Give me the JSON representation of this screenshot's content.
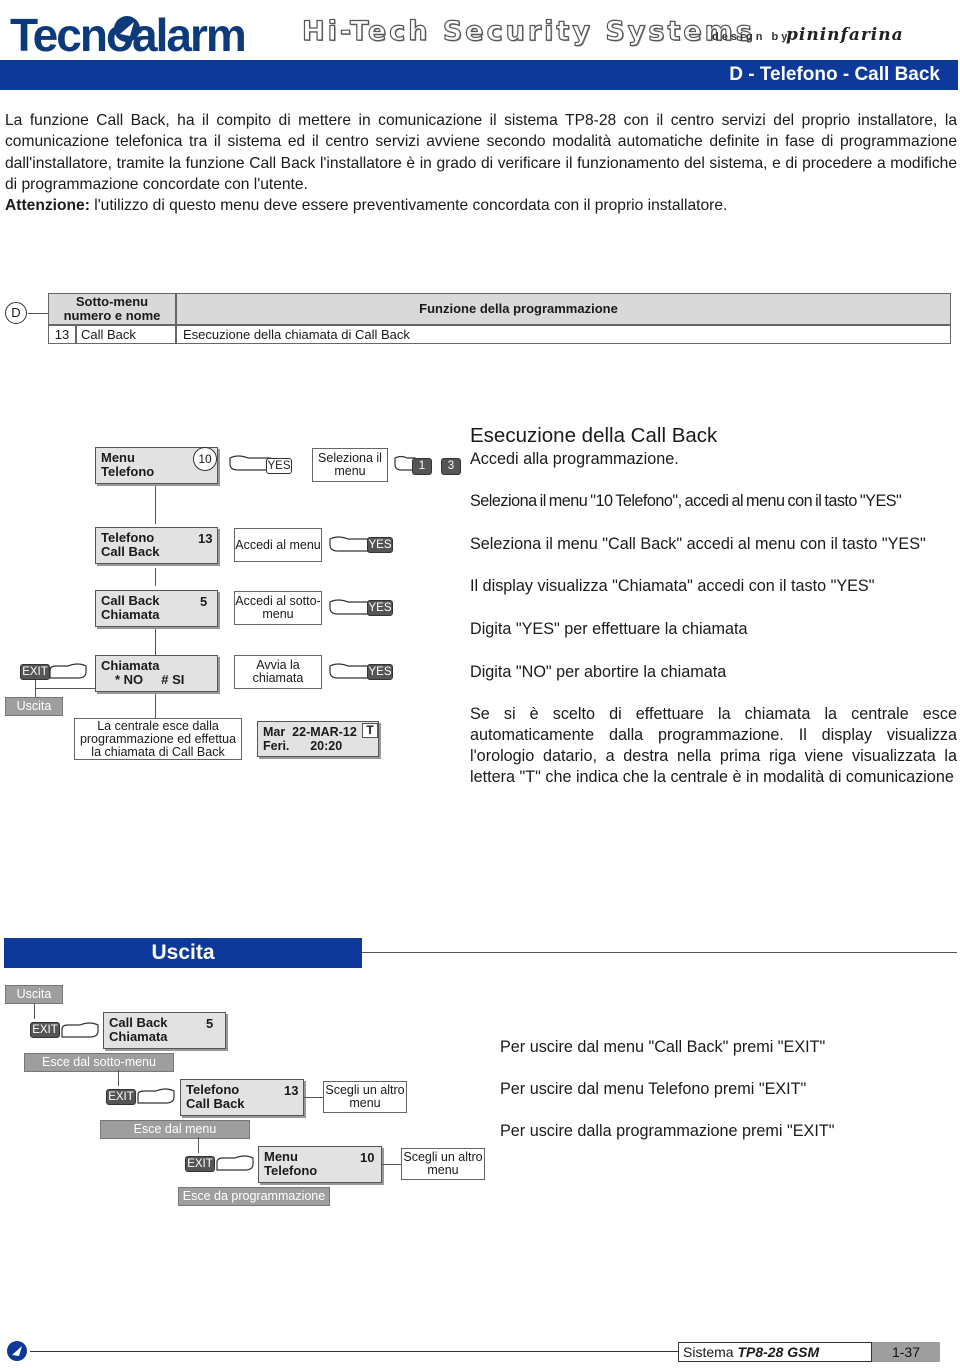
{
  "header": {
    "brand": "Tecnoalarm",
    "tagline": "Hi-Tech Security Systems",
    "design_by": "design by",
    "designer": "pininfarina",
    "section_title": "D - Telefono - Call Back"
  },
  "intro": {
    "paragraph": "La funzione Call Back, ha il compito di mettere in comunicazione il sistema TP8-28 con il centro servizi del proprio installatore, la comunicazione telefonica tra il sistema ed il centro servizi avviene secondo modalità automatiche definite in fase di programmazione dall'installatore, tramite la funzione Call Back l'installatore è in grado di verificare il funzionamento del sistema, e di procedere a modifiche di programmazione concordate con l'utente.",
    "warning_label": "Attenzione:",
    "warning_text": " l'utilizzo di questo menu deve essere preventivamente concordata con il proprio installatore."
  },
  "table": {
    "marker": "D",
    "header_sub_line1": "Sotto-menu",
    "header_sub_line2": "numero e nome",
    "header_func": "Funzione della programmazione",
    "row_num": "13",
    "row_name": "Call Back",
    "row_func": "Esecuzione della chiamata di Call Back"
  },
  "procedure": {
    "title": "Esecuzione della Call Back",
    "step0_text": "Accedi alla programmazione.",
    "lcd1_line1": "Menu",
    "lcd1_line2": "Telefono",
    "lcd1_num": "10",
    "key_yes": "YES",
    "box_seleziona": "Seleziona il menu",
    "key_1": "1",
    "key_3": "3",
    "step1_text": "Seleziona il menu \"10 Telefono\", accedi al menu con il tasto \"YES\"",
    "lcd2_line1": "Telefono",
    "lcd2_line2": "Call Back",
    "lcd2_num": "13",
    "box_accedi_menu": "Accedi al menu",
    "step2_text": "Seleziona il menu \"Call Back\" accedi al menu con il tasto \"YES\"",
    "lcd3_line1": "Call Back",
    "lcd3_line2": "Chiamata",
    "lcd3_num": "5",
    "box_accedi_sotto": "Accedi al sotto-menu",
    "step3_text": "Il display visualizza \"Chiamata\"  accedi con il tasto \"YES\"",
    "step4_text": "Digita \"YES\" per effettuare la chiamata",
    "key_exit": "EXIT",
    "lcd4_line1": "Chiamata",
    "lcd4_line2": "* NO     # SI",
    "box_avvia": "Avvia la chiamata",
    "step5_text": "Digita \"NO\" per abortire la chiamata",
    "label_uscita": "Uscita",
    "box_centrale": "La centrale esce dalla programmazione ed effettua la chiamata di Call Back",
    "lcd5_line1": "Mar  22-MAR-12",
    "lcd5_line2": "Feri.      20:20",
    "lcd5_flag": "T",
    "step6_text": "Se si è scelto di effettuare la chiamata la centrale esce automaticamente dalla programmazione. Il display visualizza l'orologio datario, a destra nella prima riga viene visualizzata la lettera \"T\" che indica che la centrale è in modalità di comunicazione"
  },
  "exit_section": {
    "title": "Uscita",
    "label_uscita": "Uscita",
    "key_exit": "EXIT",
    "lcd_a_line1": "Call Back",
    "lcd_a_line2": "Chiamata",
    "lcd_a_num": "5",
    "label_a": "Esce dal sotto-menu",
    "lcd_b_line1": "Telefono",
    "lcd_b_line2": "Call Back",
    "lcd_b_num": "13",
    "box_b": "Scegli un altro menu",
    "label_b": "Esce dal menu",
    "lcd_c_line1": "Menu",
    "lcd_c_line2": "Telefono",
    "lcd_c_num": "10",
    "box_c": "Scegli un altro menu",
    "label_c": "Esce da programmazione",
    "text_a": "Per uscire dal menu \"Call Back\"  premi \"EXIT\"",
    "text_b": "Per uscire dal menu Telefono premi \"EXIT\"",
    "text_c": "Per uscire dalla programmazione premi \"EXIT\""
  },
  "footer": {
    "sistema": "Sistema ",
    "model": "TP8-28 GSM",
    "page": "1-37"
  }
}
